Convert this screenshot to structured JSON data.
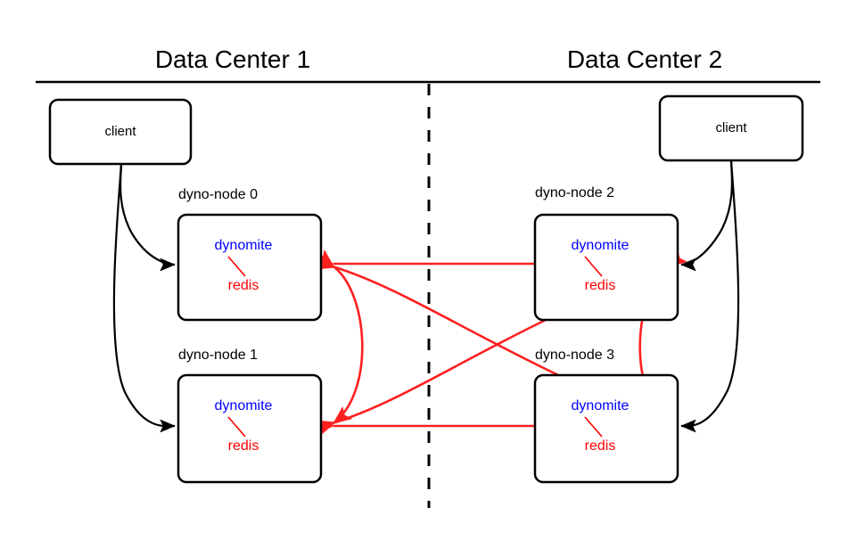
{
  "diagram": {
    "title_left": "Data Center 1",
    "title_right": "Data Center 2",
    "client_left_label": "client",
    "client_right_label": "client",
    "colors": {
      "dynomite": "#0000ff",
      "redis": "#ff0000",
      "replication_arrow": "#ff2020",
      "client_arrow": "#000000",
      "box_stroke": "#000000",
      "background": "#ffffff"
    },
    "nodes": [
      {
        "id": "dyno-node-0",
        "label": "dyno-node 0",
        "service_top": "dynomite",
        "service_bottom": "redis",
        "datacenter": "Data Center 1"
      },
      {
        "id": "dyno-node-1",
        "label": "dyno-node 1",
        "service_top": "dynomite",
        "service_bottom": "redis",
        "datacenter": "Data Center 1"
      },
      {
        "id": "dyno-node-2",
        "label": "dyno-node 2",
        "service_top": "dynomite",
        "service_bottom": "redis",
        "datacenter": "Data Center 2"
      },
      {
        "id": "dyno-node-3",
        "label": "dyno-node 3",
        "service_top": "dynomite",
        "service_bottom": "redis",
        "datacenter": "Data Center 2"
      }
    ]
  }
}
